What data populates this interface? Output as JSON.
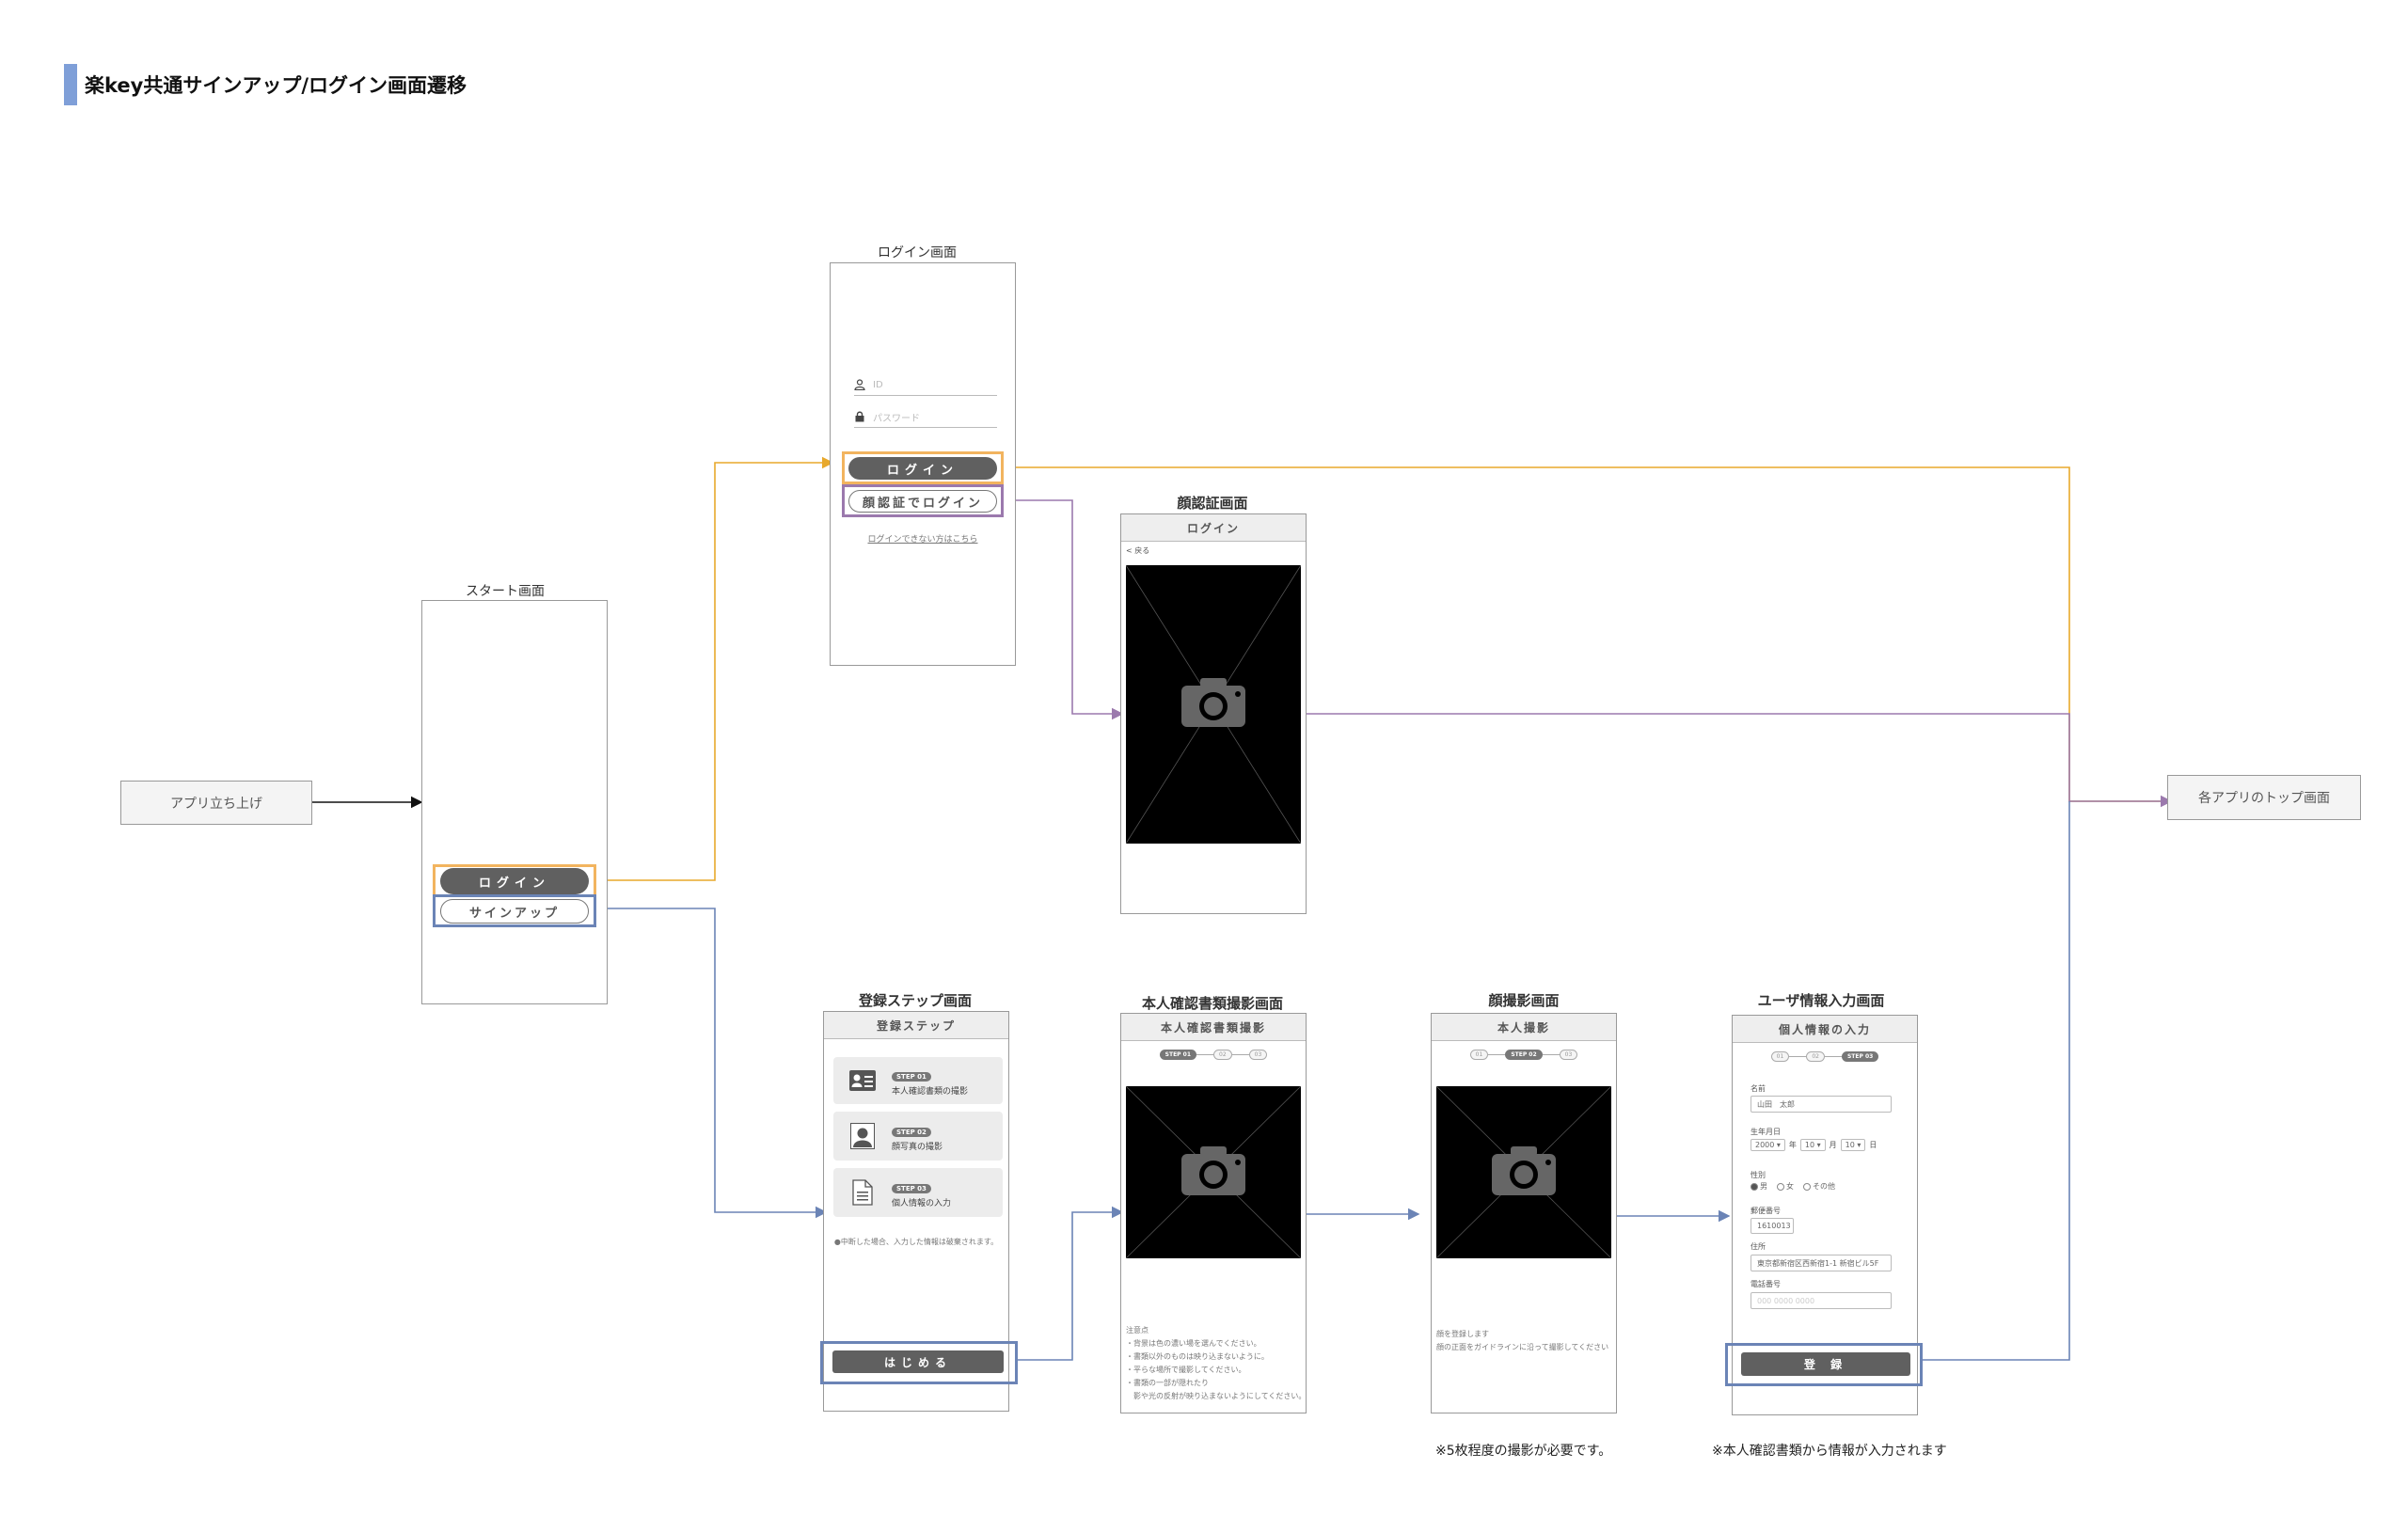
{
  "doc_title": "楽key共通サインアップ/ログイン画面遷移",
  "nodes": {
    "app_launch": "アプリ立ち上げ",
    "top_screen": "各アプリのトップ画面"
  },
  "start_screen": {
    "title": "スタート画面",
    "login_button": "ログイン",
    "signup_button": "サインアップ"
  },
  "login_screen": {
    "title": "ログイン画面",
    "id_placeholder": "ID",
    "password_placeholder": "パスワード",
    "login_button": "ログイン",
    "face_login_button": "顔認証でログイン",
    "forgot_link": "ログインできない方はこちら"
  },
  "face_auth_screen": {
    "title": "顔認証画面",
    "header": "ログイン",
    "back": "< 戻る"
  },
  "reg_steps_screen": {
    "title": "登録ステップ画面",
    "header": "登録ステップ",
    "steps": [
      {
        "badge": "STEP 01",
        "label": "本人確認書類の撮影"
      },
      {
        "badge": "STEP 02",
        "label": "顔写真の撮影"
      },
      {
        "badge": "STEP 03",
        "label": "個人情報の入力"
      }
    ],
    "note": "●中断した場合、入力した情報は破棄されます。",
    "start_button": "はじめる"
  },
  "id_doc_screen": {
    "title": "本人確認書類撮影画面",
    "header": "本人確認書類撮影",
    "progress": [
      "STEP 01",
      "02",
      "03"
    ],
    "notes": [
      "注意点",
      "・背景は色の濃い場を選んでください。",
      "・書類以外のものは映り込まないように。",
      "・平らな場所で撮影してください。",
      "・書類の一部が隠れたり",
      "　影や光の反射が映り込まないようにしてください。"
    ]
  },
  "face_photo_screen": {
    "title": "顔撮影画面",
    "header": "本人撮影",
    "progress": [
      "01",
      "STEP 02",
      "03"
    ],
    "notes": [
      "顔を登録します",
      "顔の正面をガイドラインに沿って撮影してください"
    ],
    "footnote": "※5枚程度の撮影が必要です。"
  },
  "user_info_screen": {
    "title": "ユーザ情報入力画面",
    "header": "個人情報の入力",
    "progress": [
      "01",
      "02",
      "STEP 03"
    ],
    "name_label": "名前",
    "name_value": "山田　太郎",
    "dob_label": "生年月日",
    "dob_year": "2000",
    "dob_year_unit": "年",
    "dob_month": "10",
    "dob_month_unit": "月",
    "dob_day": "10",
    "dob_day_unit": "日",
    "gender_label": "性別",
    "gender_options": [
      "男",
      "女",
      "その他"
    ],
    "zip_label": "郵便番号",
    "zip_value": "1610013",
    "address_label": "住所",
    "address_value": "東京都新宿区西新宿1-1 新宿ビル5F",
    "phone_label": "電話番号",
    "phone_placeholder": "000 0000 0000",
    "register_button": "登 録",
    "footnote": "※本人確認書類から情報が入力されます"
  },
  "colors": {
    "login_flow": "#e8a92c",
    "face_flow": "#9b79ad",
    "signup_flow": "#6b84b6",
    "highlight_orange": "#f2b45f",
    "highlight_blue": "#6b84b6",
    "accent_title_bar": "#7f9fd8"
  }
}
